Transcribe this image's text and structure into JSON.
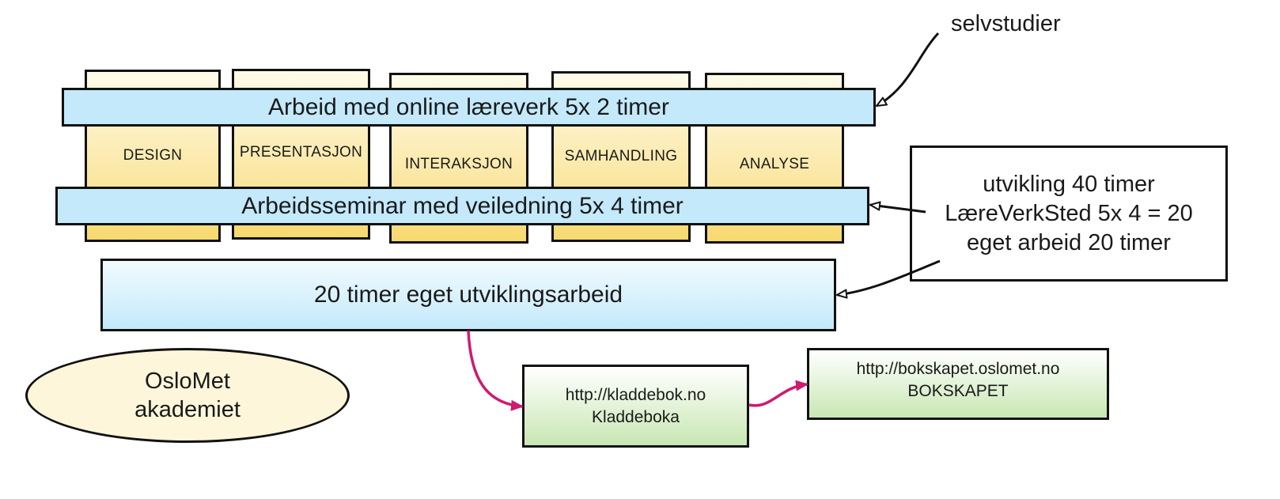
{
  "pillars": [
    "DESIGN",
    "PRESENTASJON",
    "INTERAKSJON",
    "SAMHANDLING",
    "ANALYSE"
  ],
  "band_top": "Arbeid med online læreverk 5x 2 timer",
  "band_mid": "Arbeidsseminar med veiledning 5x 4 timer",
  "dev_box": "20 timer eget utviklingsarbeid",
  "self_study_label": "selvstudier",
  "note": {
    "line1": "utvikling 40 timer",
    "line2": "LæreVerkSted 5x 4 = 20",
    "line3": "eget arbeid 20 timer"
  },
  "organizer": {
    "line1": "OsloMet",
    "line2": "akademiet"
  },
  "link_kladdebok": {
    "url": "http://kladdebok.no",
    "name": "Kladdeboka"
  },
  "link_bokskapet": {
    "url": "http://bokskapet.oslomet.no",
    "name": "BOKSKAPET"
  },
  "colors": {
    "band_fill": "#c3e9fb",
    "pillar_fill": "#f7d96e",
    "link_fill": "#c8e7b3",
    "oval_fill": "#fdf6da",
    "arrow_magenta": "#d0196f",
    "outline": "#111111"
  }
}
